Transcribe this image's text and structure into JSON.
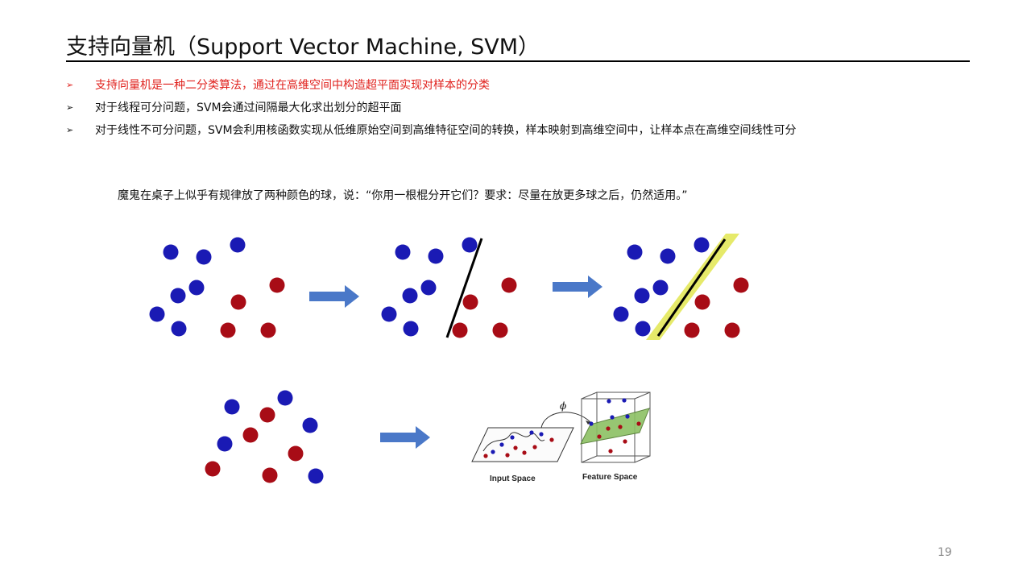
{
  "slide": {
    "title": "支持向量机（Support Vector Machine, SVM）",
    "bullets": [
      {
        "marker": "➢",
        "text": "支持向量机是一种二分类算法，通过在高维空间中构造超平面实现对样本的分类",
        "highlight": true
      },
      {
        "marker": "➢",
        "text": "对于线程可分问题，SVM会通过间隔最大化求出划分的超平面",
        "highlight": false
      },
      {
        "marker": "➢",
        "text": "对于线性不可分问题，SVM会利用核函数实现从低维原始空间到高维特征空间的转换，样本映射到高维空间中，让样本点在高维空间线性可分",
        "highlight": false
      }
    ],
    "quote": "魔鬼在桌子上似乎有规律放了两种颜色的球，说：“你用一根棍分开它们？要求：尽量在放更多球之后，仍然适用。”",
    "page_number": "19"
  },
  "figure": {
    "blue_color": "#1a1ab4",
    "red_color": "#a80c16",
    "arrow_color": "#4a78c8",
    "margin_band_color": "#e6ea6a",
    "phi_label": "ϕ",
    "input_space_label": "Input Space",
    "feature_space_label": "Feature Space"
  }
}
